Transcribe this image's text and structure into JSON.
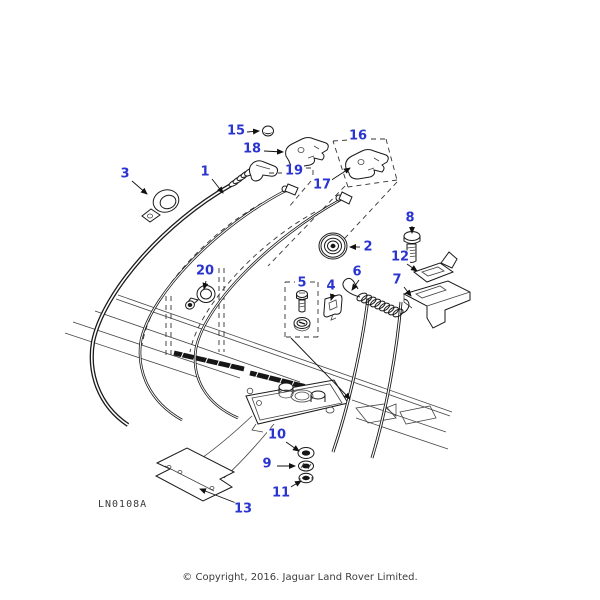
{
  "diagram": {
    "drawing_code": "LN0108A",
    "callouts": {
      "c1": "1",
      "c2": "2",
      "c3": "3",
      "c4": "4",
      "c5": "5",
      "c6": "6",
      "c7": "7",
      "c8": "8",
      "c9": "9",
      "c10": "10",
      "c11": "11",
      "c12": "12",
      "c13": "13",
      "c15": "15",
      "c16": "16",
      "c17": "17",
      "c18": "18",
      "c19": "19",
      "c20": "20"
    },
    "colors": {
      "callout_blue": "#2a35cf",
      "line_black": "#1a1a1a"
    }
  },
  "footer": {
    "copyright": "© Copyright, 2016. Jaguar Land Rover Limited."
  }
}
